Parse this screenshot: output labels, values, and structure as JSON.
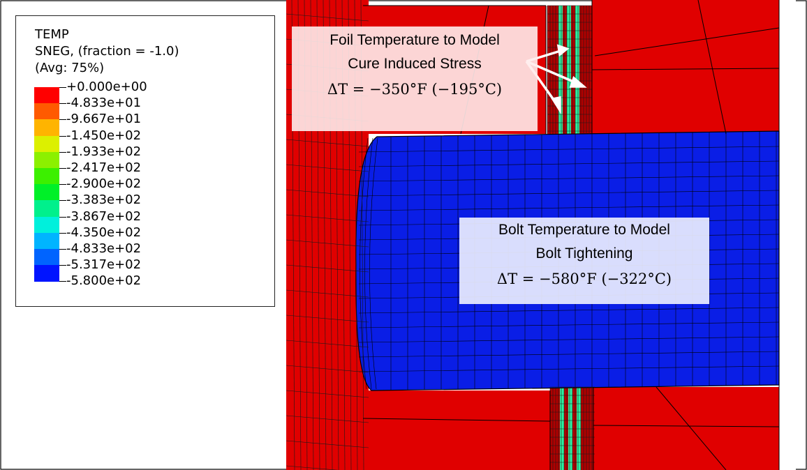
{
  "legend": {
    "title_lines": [
      "TEMP",
      "SNEG, (fraction = -1.0)",
      "(Avg: 75%)"
    ],
    "levels": [
      "+0.000e+00",
      "-4.833e+01",
      "-9.667e+01",
      "-1.450e+02",
      "-1.933e+02",
      "-2.417e+02",
      "-2.900e+02",
      "-3.383e+02",
      "-3.867e+02",
      "-4.350e+02",
      "-4.833e+02",
      "-5.317e+02",
      "-5.800e+02"
    ],
    "colors": [
      "#ff0000",
      "#ff5a00",
      "#ffb400",
      "#dcf000",
      "#8cf000",
      "#3cf000",
      "#00f028",
      "#00f08c",
      "#00f0dc",
      "#00b4ff",
      "#0064ff",
      "#0014ff"
    ]
  },
  "annotations": {
    "foil": {
      "line1": "Foil Temperature to Model",
      "line2": "Cure Induced Stress",
      "equation": "ΔT = −350°F (−195°C)"
    },
    "bolt": {
      "line1": "Bolt Temperature to Model",
      "line2": "Bolt Tightening",
      "equation": "ΔT = −580°F (−322°C)"
    }
  },
  "colors": {
    "part_red": "#e00000",
    "bolt_blue": "#0a1ee6",
    "foil_green": "#2ef0a0",
    "mesh_line": "#1a1a1a"
  }
}
